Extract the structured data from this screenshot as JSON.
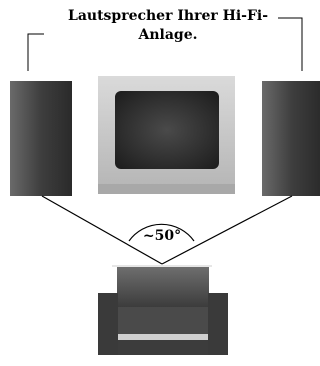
{
  "caption": {
    "line1": "Lautsprecher Ihrer Hi-Fi-",
    "line2": "Anlage."
  },
  "angle_label": "~50°",
  "angle_degrees": 50,
  "colors": {
    "background": "#ffffff",
    "line": "#000000",
    "speaker_fill": "#444444",
    "tv_frame": "#c8c8c8",
    "tv_screen": "#3a3a3a",
    "armchair_fill": "#555555"
  },
  "icons": {
    "left_speaker": "speaker-icon",
    "right_speaker": "speaker-icon",
    "television": "tv-icon",
    "listening_position": "armchair-icon"
  }
}
